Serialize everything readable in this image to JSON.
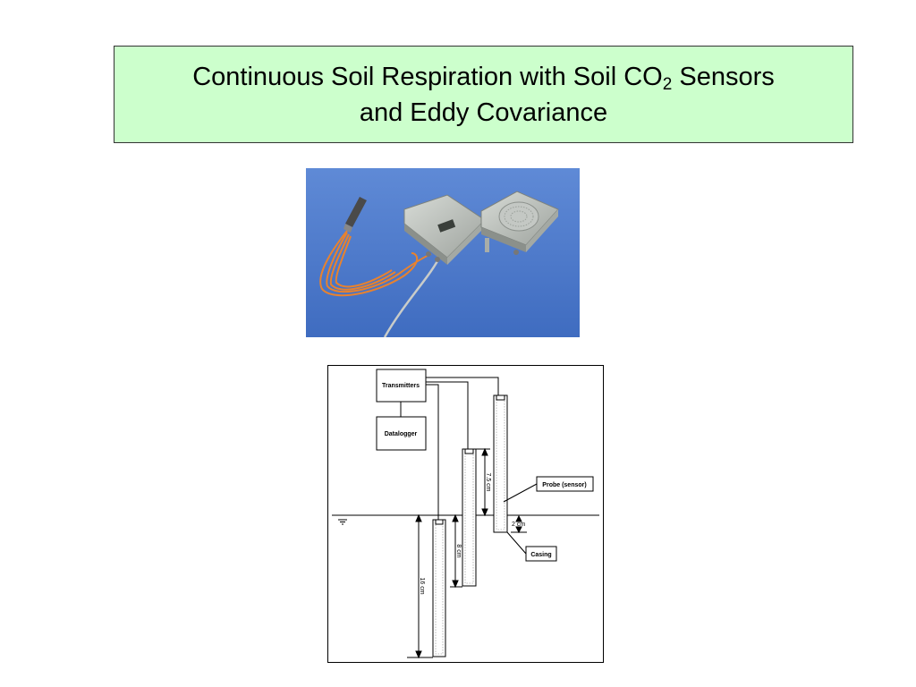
{
  "slide": {
    "title_line1_pre": "Continuous Soil Respiration with Soil CO",
    "title_line1_sub": "2",
    "title_line1_post": " Sensors",
    "title_line2": "and Eddy Covariance"
  },
  "diagram": {
    "transmitters": "Transmitters",
    "datalogger": "Datalogger",
    "probe_label": "Probe (sensor)",
    "casing_label": "Casing",
    "dim_7_5": "7.5 cm",
    "dim_8": "8 cm",
    "dim_16": "16 cm",
    "dim_2": "2 cm"
  },
  "colors": {
    "title_bg": "#ccffcc",
    "photo_bg": "#4a78c8",
    "cable": "#e8822e"
  }
}
